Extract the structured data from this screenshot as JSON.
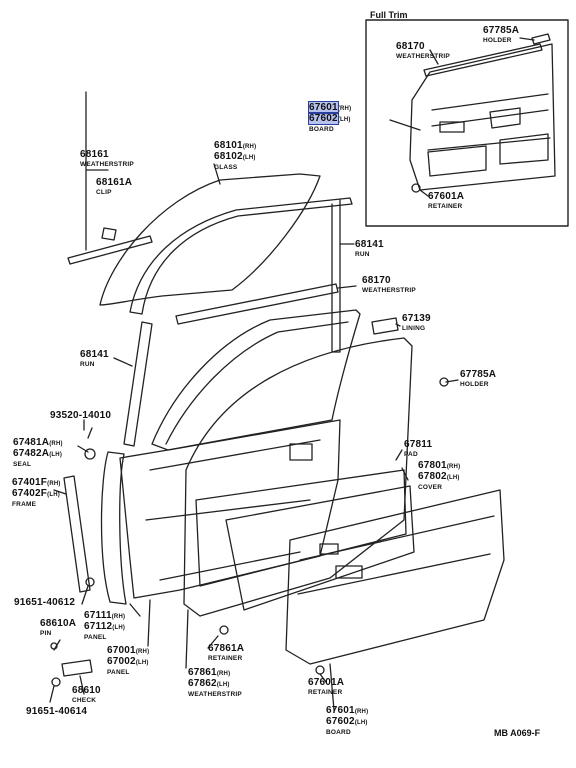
{
  "inset": {
    "title": "Full Trim"
  },
  "figure_code": "MB A069-F",
  "labels": {
    "l_67785a_top": {
      "parts": [
        {
          "code": "67785A",
          "side": ""
        }
      ],
      "name": "HOLDER"
    },
    "l_68170_top": {
      "parts": [
        {
          "code": "68170",
          "side": ""
        }
      ],
      "name": "WEATHERSTRIP"
    },
    "l_67601_top": {
      "parts": [
        {
          "code": "67601",
          "side": "(RH)"
        },
        {
          "code": "67602",
          "side": "(LH)"
        }
      ],
      "name": "BOARD"
    },
    "l_67601a_top": {
      "parts": [
        {
          "code": "67601A",
          "side": ""
        }
      ],
      "name": "RETAINER"
    },
    "l_68161": {
      "parts": [
        {
          "code": "68161",
          "side": ""
        }
      ],
      "name": "WEATHERSTRIP"
    },
    "l_68161a": {
      "parts": [
        {
          "code": "68161A",
          "side": ""
        }
      ],
      "name": "CLIP"
    },
    "l_68101": {
      "parts": [
        {
          "code": "68101",
          "side": "(RH)"
        },
        {
          "code": "68102",
          "side": "(LH)"
        }
      ],
      "name": "GLASS"
    },
    "l_68141_right": {
      "parts": [
        {
          "code": "68141",
          "side": ""
        }
      ],
      "name": "RUN"
    },
    "l_68170_mid": {
      "parts": [
        {
          "code": "68170",
          "side": ""
        }
      ],
      "name": "WEATHERSTRIP"
    },
    "l_67139": {
      "parts": [
        {
          "code": "67139",
          "side": ""
        }
      ],
      "name": "LINING"
    },
    "l_68141_left": {
      "parts": [
        {
          "code": "68141",
          "side": ""
        }
      ],
      "name": "RUN"
    },
    "l_67785a_mid": {
      "parts": [
        {
          "code": "67785A",
          "side": ""
        }
      ],
      "name": "HOLDER"
    },
    "l_93520": {
      "parts": [
        {
          "code": "93520-14010",
          "side": ""
        }
      ],
      "name": ""
    },
    "l_67481a": {
      "parts": [
        {
          "code": "67481A",
          "side": "(RH)"
        },
        {
          "code": "67482A",
          "side": "(LH)"
        }
      ],
      "name": "SEAL"
    },
    "l_67811": {
      "parts": [
        {
          "code": "67811",
          "side": ""
        }
      ],
      "name": "PAD"
    },
    "l_67801": {
      "parts": [
        {
          "code": "67801",
          "side": "(RH)"
        },
        {
          "code": "67802",
          "side": "(LH)"
        }
      ],
      "name": "COVER"
    },
    "l_67401f": {
      "parts": [
        {
          "code": "67401F",
          "side": "(RH)"
        },
        {
          "code": "67402F",
          "side": "(LH)"
        }
      ],
      "name": "FRAME"
    },
    "l_91651_40612": {
      "parts": [
        {
          "code": "91651-40612",
          "side": ""
        }
      ],
      "name": ""
    },
    "l_67111": {
      "parts": [
        {
          "code": "67111",
          "side": "(RH)"
        },
        {
          "code": "67112",
          "side": "(LH)"
        }
      ],
      "name": "PANEL"
    },
    "l_68610a": {
      "parts": [
        {
          "code": "68610A",
          "side": ""
        }
      ],
      "name": "PIN"
    },
    "l_67001": {
      "parts": [
        {
          "code": "67001",
          "side": "(RH)"
        },
        {
          "code": "67002",
          "side": "(LH)"
        }
      ],
      "name": "PANEL"
    },
    "l_67861a": {
      "parts": [
        {
          "code": "67861A",
          "side": ""
        }
      ],
      "name": "RETAINER"
    },
    "l_67861": {
      "parts": [
        {
          "code": "67861",
          "side": "(RH)"
        },
        {
          "code": "67862",
          "side": "(LH)"
        }
      ],
      "name": "WEATHERSTRIP"
    },
    "l_67601a_bot": {
      "parts": [
        {
          "code": "67601A",
          "side": ""
        }
      ],
      "name": "RETAINER"
    },
    "l_68610": {
      "parts": [
        {
          "code": "68610",
          "side": ""
        }
      ],
      "name": "CHECK"
    },
    "l_67601_bot": {
      "parts": [
        {
          "code": "67601",
          "side": "(RH)"
        },
        {
          "code": "67602",
          "side": "(LH)"
        }
      ],
      "name": "BOARD"
    },
    "l_91651_40614": {
      "parts": [
        {
          "code": "91651-40614",
          "side": ""
        }
      ],
      "name": ""
    }
  }
}
